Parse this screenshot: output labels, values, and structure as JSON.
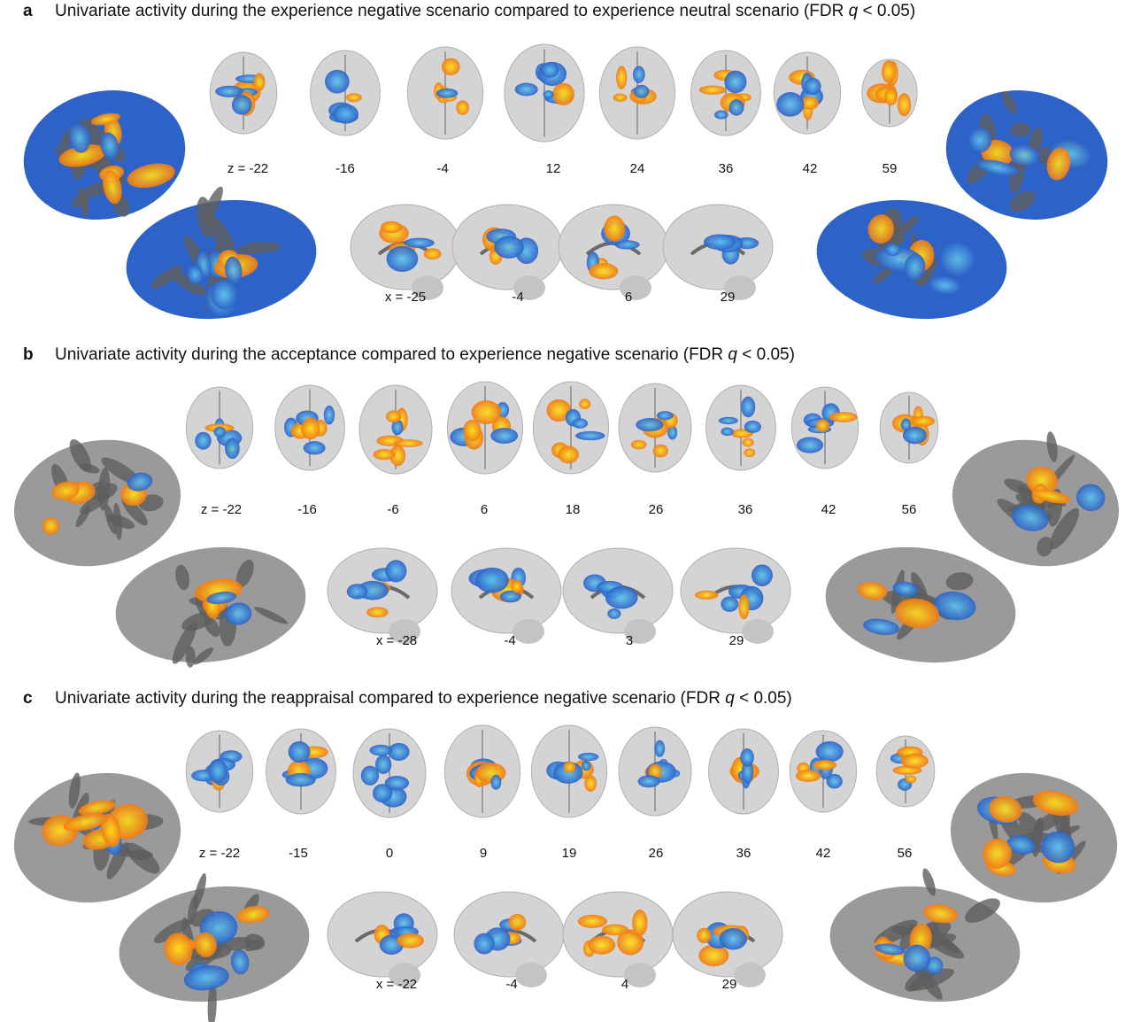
{
  "colors": {
    "positive_low": "#f07a16",
    "positive_high": "#ffe21a",
    "negative_low": "#2d63c8",
    "negative_high": "#5fc4ee",
    "surface_light": "#9a9a9a",
    "surface_dark": "#5e5e5e",
    "slice_gray": "#d4d4d4"
  },
  "panels": [
    {
      "letter": "a",
      "title_prefix": "Univariate activity during the experience negative scenario compared to experience neutral scenario (FDR ",
      "title_q": "q",
      "title_suffix": " < 0.05)",
      "surface_dominant": "negative",
      "axial_labels": [
        "z = -22",
        "-16",
        "-4",
        "12",
        "24",
        "36",
        "42",
        "59"
      ],
      "sagittal_labels": [
        "x = -25",
        "-4",
        "6",
        "29"
      ]
    },
    {
      "letter": "b",
      "title_prefix": "Univariate activity during the acceptance compared to experience negative scenario (FDR ",
      "title_q": "q",
      "title_suffix": " < 0.05)",
      "surface_dominant": "gray",
      "axial_labels": [
        "z = -22",
        "-16",
        "-6",
        "6",
        "18",
        "26",
        "36",
        "42",
        "56"
      ],
      "sagittal_labels": [
        "x = -28",
        "-4",
        "3",
        "29"
      ]
    },
    {
      "letter": "c",
      "title_prefix": "Univariate activity during the reappraisal compared to experience negative scenario (FDR ",
      "title_q": "q",
      "title_suffix": " < 0.05)",
      "surface_dominant": "mixed",
      "axial_labels": [
        "z = -22",
        "-15",
        "0",
        "9",
        "19",
        "26",
        "36",
        "42",
        "56"
      ],
      "sagittal_labels": [
        "x = -22",
        "-4",
        "4",
        "29"
      ]
    }
  ]
}
